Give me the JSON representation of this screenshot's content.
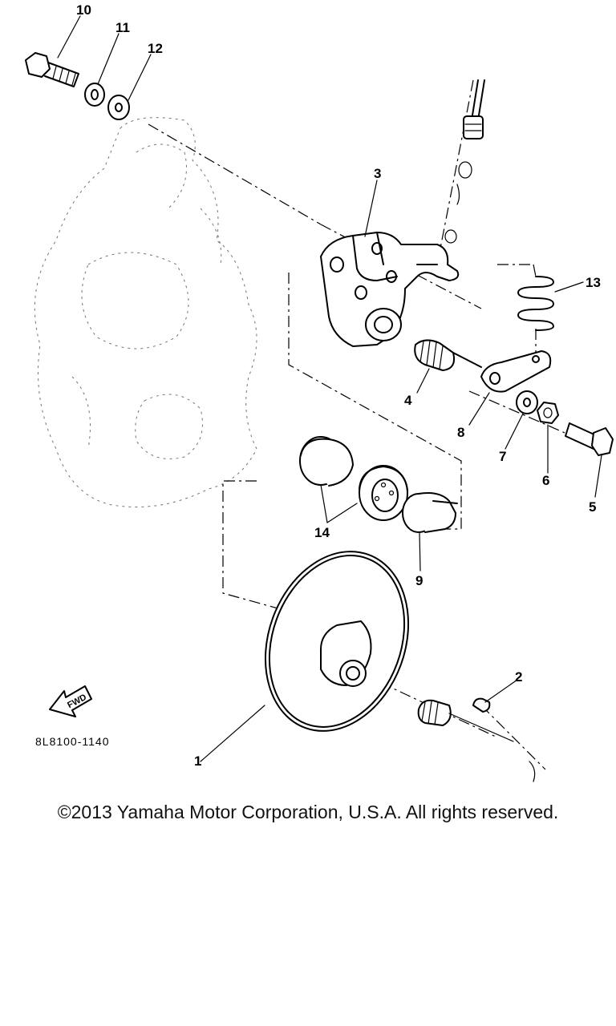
{
  "diagram": {
    "part_numbers": [
      "1",
      "2",
      "3",
      "4",
      "5",
      "6",
      "7",
      "8",
      "9",
      "10",
      "11",
      "12",
      "13",
      "14"
    ],
    "figure_code": "8L8100-1140",
    "fwd_label": "FWD"
  },
  "footer": {
    "copyright": "©2013 Yamaha Motor Corporation, U.S.A. All rights reserved."
  }
}
